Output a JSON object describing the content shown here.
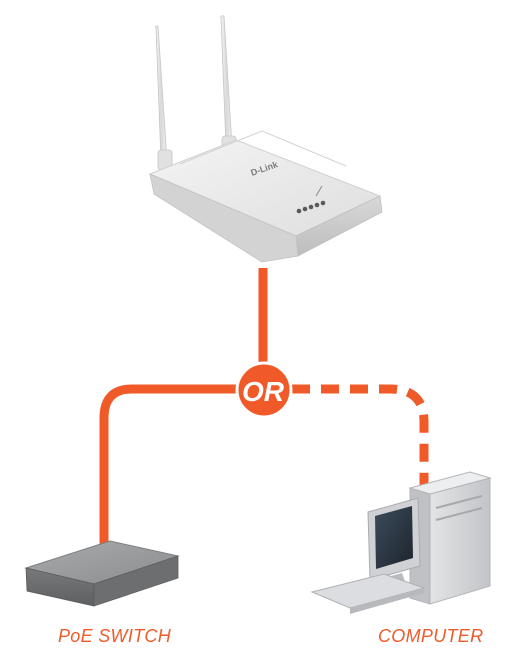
{
  "diagram": {
    "junction_label": "OR",
    "switch_label": "PoE SWITCH",
    "computer_label": "COMPUTER",
    "ap_logo": "D-Link"
  },
  "colors": {
    "cable": "#f05a28",
    "label": "#f05a28",
    "ap_body": "#eaeaea",
    "switch_body": "#8e9092",
    "pc_body": "#d6d7d9"
  }
}
